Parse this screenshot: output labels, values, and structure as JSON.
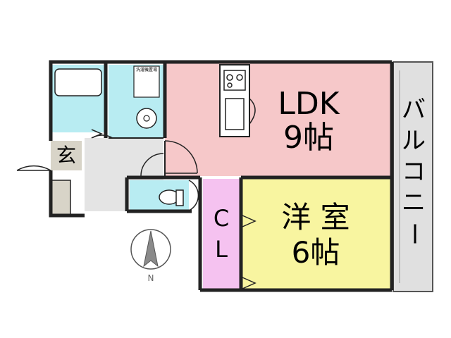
{
  "rooms": {
    "ldk": {
      "name": "LDK",
      "size": "9帖"
    },
    "western": {
      "name": "洋 室",
      "size": "6帖"
    },
    "closet": {
      "top": "C",
      "bottom": "L"
    },
    "entrance": "玄",
    "balcony": [
      "バ",
      "ル",
      "コ",
      "ニ",
      "ー"
    ]
  },
  "compass": {
    "label": "N"
  },
  "washer_place": "洗濯機置場",
  "colors": {
    "ldk": "#f6c8c9",
    "western": "#f8f5a0",
    "closet": "#f5c2f0",
    "wet_area": "#b8ecf2",
    "balcony": "#e0e0e0",
    "entrance": "#d8d4c8",
    "hall": "#e4e4e4",
    "wall": "#222222"
  }
}
